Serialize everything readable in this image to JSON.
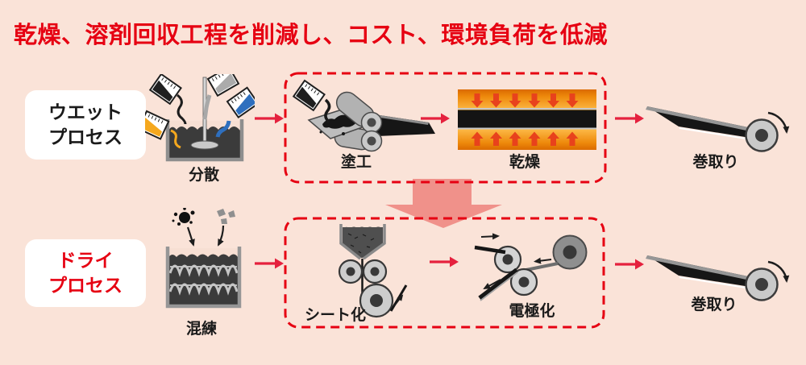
{
  "title": "乾燥、溶剤回収工程を削減し、コスト、環境負荷を低減",
  "wet": {
    "label_line1": "ウエット",
    "label_line2": "プロセス",
    "steps": {
      "dispersion": "分散",
      "coating": "塗工",
      "drying": "乾燥",
      "winding": "巻取り"
    }
  },
  "dry": {
    "label_line1": "ドライ",
    "label_line2": "プロセス",
    "steps": {
      "kneading": "混練",
      "sheeting": "シート化",
      "electroding": "電極化",
      "winding": "巻取り"
    }
  },
  "colors": {
    "bg": "#FAE3D8",
    "red": "#E60012",
    "arrow_red": "#E5213E",
    "salmon": "#F0918A",
    "ink": "#1A1A1A"
  }
}
